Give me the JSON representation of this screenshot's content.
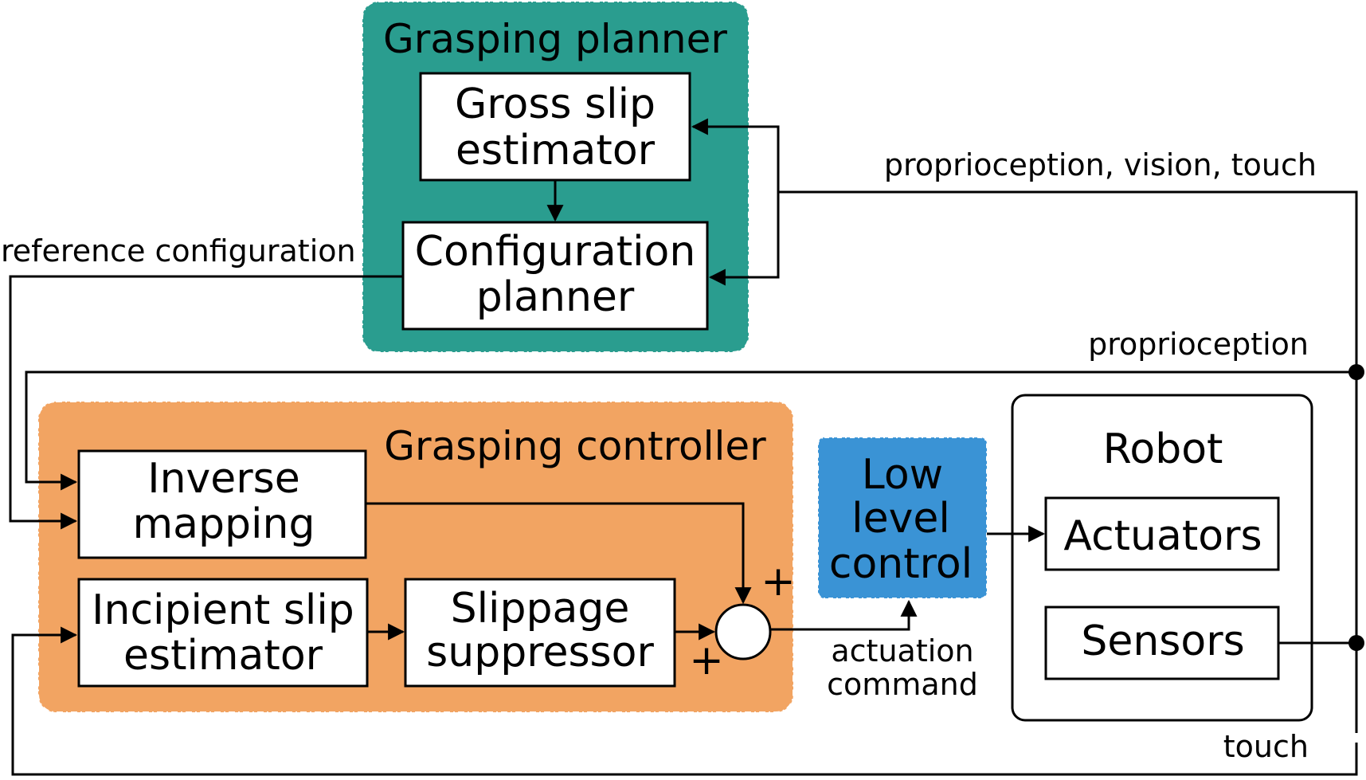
{
  "colors": {
    "planner_fill": "#2A9D8F",
    "controller_fill": "#F2A462",
    "lowlevel_fill": "#3A93D5",
    "box_fill": "#FFFFFF",
    "line": "#000000"
  },
  "planner": {
    "title": "Grasping planner",
    "gross_slip": {
      "line1": "Gross slip",
      "line2": "estimator"
    },
    "config_planner": {
      "line1": "Configuration",
      "line2": "planner"
    }
  },
  "controller": {
    "title": "Grasping controller",
    "inverse_mapping": {
      "line1": "Inverse",
      "line2": "mapping"
    },
    "incipient_slip": {
      "line1": "Incipient slip",
      "line2": "estimator"
    },
    "slippage": {
      "line1": "Slippage",
      "line2": "suppressor"
    },
    "sum_plus_top": "+",
    "sum_plus_left": "+"
  },
  "low_level": {
    "line1": "Low",
    "line2": "level",
    "line3": "control"
  },
  "robot": {
    "title": "Robot",
    "actuators": "Actuators",
    "sensors": "Sensors"
  },
  "signals": {
    "proprio_vision_touch": "proprioception, vision, touch",
    "reference_configuration": "reference configuration",
    "proprioception": "proprioception",
    "actuation_line1": "actuation",
    "actuation_line2": "command",
    "touch": "touch"
  }
}
